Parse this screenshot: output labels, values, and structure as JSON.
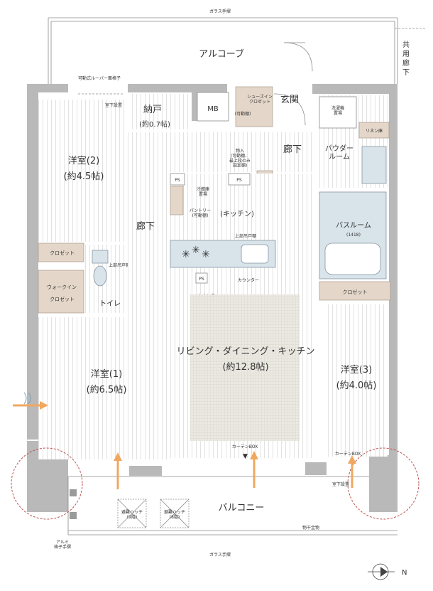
{
  "labels": {
    "glass_rail_top": "ガラス手摺",
    "alcove": "アルコーブ",
    "common_corridor": "共用廊下",
    "louver": "可動式ルーバー面格子",
    "ac_top": "室下設置",
    "storage": "納戸",
    "storage_size": "(約0.7帖)",
    "mb": "MB",
    "shoes_closet": "シューズイン\nクロゼット",
    "movable_shelf": "(可動棚)",
    "entrance": "玄関",
    "corridor_right": "廊下",
    "washer": "洗濯機\n置場",
    "linen": "リネン庫",
    "powder": "パウダー\nルーム",
    "storage_note": "物入\n(可動棚、\n最上段のみ\n固定棚)",
    "ps1": "PS",
    "ps2": "PS",
    "ps3": "PS",
    "fridge": "冷蔵庫\n置場",
    "pantry": "パントリー\n(可動棚)",
    "kitchen": "(キッチン)",
    "upper_cabinet_kitchen": "上部吊戸棚",
    "bathroom": "バスルーム",
    "bathroom_size": "(1418)",
    "room2": "洋室(2)",
    "room2_size": "(約4.5帖)",
    "corridor_left": "廊下",
    "closet1": "クロゼット",
    "walkin1": "ウォークイン",
    "walkin2": "クロゼット",
    "toilet_cabinet": "上部吊戸棚",
    "toilet": "トイレ",
    "counter1": "カウンター",
    "counter2": "カウンター",
    "closet2": "クロゼット",
    "ldk": "リビング・ダイニング・キッチン",
    "ldk_size": "(約12.8帖)",
    "room1": "洋室(1)",
    "room1_size": "(約6.5帖)",
    "room3": "洋室(3)",
    "room3_size": "(約4.0帖)",
    "curtain_box1": "カーテンBOX",
    "curtain_box2": "カーテンBOX",
    "ac_bottom": "室下設置",
    "balcony": "バルコニー",
    "hatch1": "避難ハッチ\n(9階)",
    "hatch2": "避難ハッチ\n(8階)",
    "laundry": "物干金物",
    "alu_rail": "アルミ\n格子手摺",
    "glass_rail_bottom": "ガラス手摺",
    "north": "N"
  },
  "colors": {
    "wall": "#b9b9b9",
    "floor_stripe": "#d9d9d9",
    "fixture": "#e4d7c9",
    "water": "#d8e3ea",
    "rug": "#e8e6df",
    "arrow": "#f0a860",
    "air": "#7fa0b8",
    "circle": "#c05050"
  }
}
